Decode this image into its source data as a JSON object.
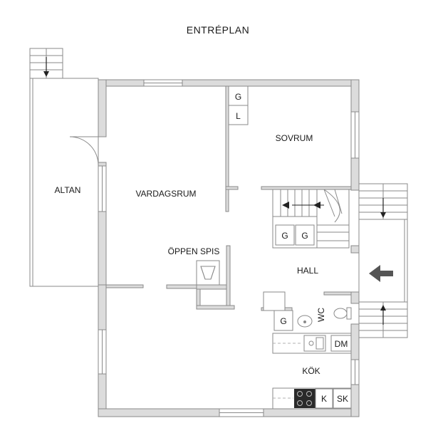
{
  "title": "ENTRÉPLAN",
  "rooms": {
    "altan": "ALTAN",
    "vardagsrum": "VARDAGSRUM",
    "sovrum": "SOVRUM",
    "oppen_spis": "ÖPPEN SPIS",
    "hall": "HALL",
    "kok": "KÖK",
    "wc": "WC"
  },
  "fixtures": {
    "wardrobe_g1": "G",
    "wardrobe_l": "L",
    "stair_g1": "G",
    "stair_g2": "G",
    "wc_g": "G",
    "dm": "DM",
    "k": "K",
    "sk": "SK"
  },
  "colors": {
    "wall": "#dcdcdc",
    "line": "#8a8a8a",
    "arrow": "#555555"
  }
}
